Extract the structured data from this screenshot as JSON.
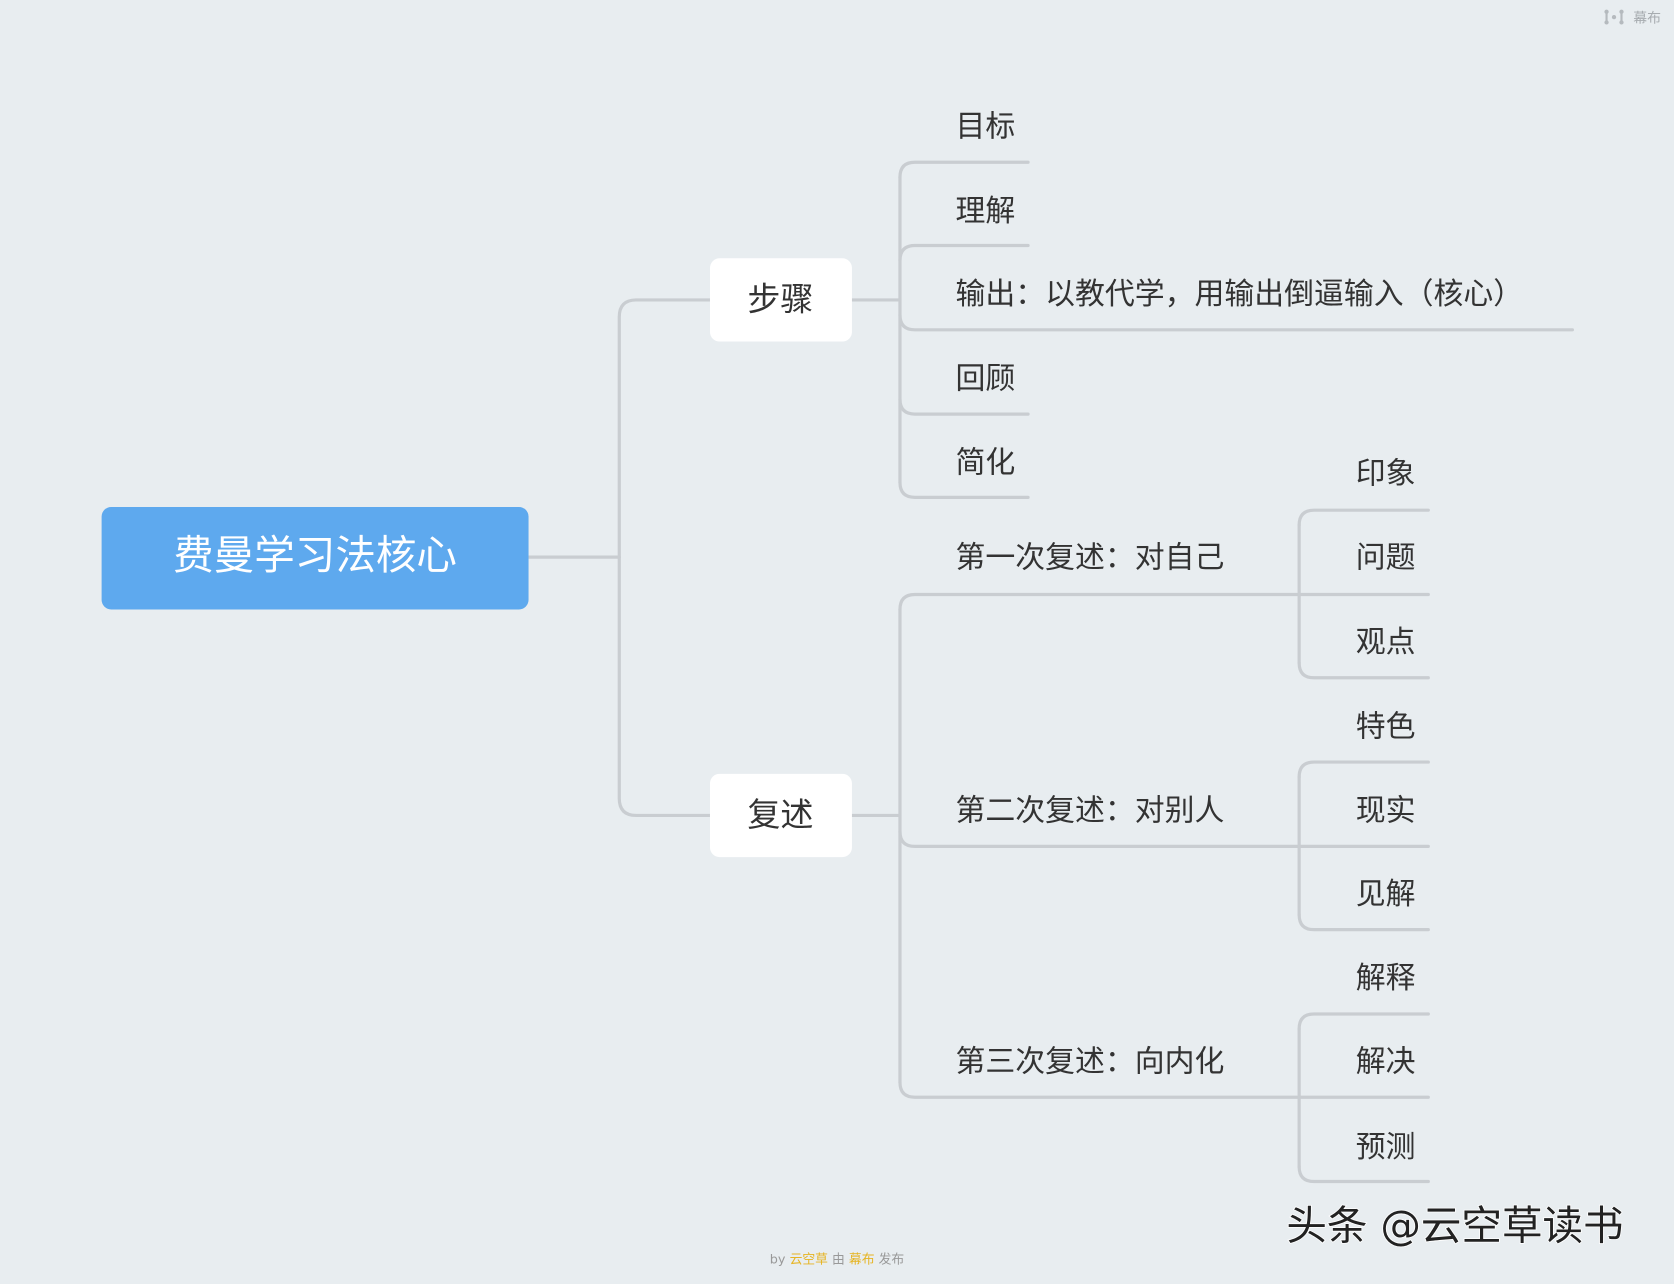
{
  "logo": {
    "label": "幕布"
  },
  "root": {
    "label": "费曼学习法核心",
    "color": "#5ea9ee"
  },
  "branches": [
    {
      "label": "步骤",
      "children": [
        {
          "label": "目标"
        },
        {
          "label": "理解"
        },
        {
          "label": "输出：以教代学，用输出倒逼输入（核心）"
        },
        {
          "label": "回顾"
        },
        {
          "label": "简化"
        }
      ]
    },
    {
      "label": "复述",
      "children": [
        {
          "label": "第一次复述：对自己",
          "children": [
            {
              "label": "印象"
            },
            {
              "label": "问题"
            },
            {
              "label": "观点"
            }
          ]
        },
        {
          "label": "第二次复述：对别人",
          "children": [
            {
              "label": "特色"
            },
            {
              "label": "现实"
            },
            {
              "label": "见解"
            }
          ]
        },
        {
          "label": "第三次复述：向内化",
          "children": [
            {
              "label": "解释"
            },
            {
              "label": "解决"
            },
            {
              "label": "预测"
            }
          ]
        }
      ]
    }
  ],
  "footer": {
    "by": "by",
    "author": "云空草",
    "via": "由",
    "brand": "幕布",
    "publish": "发布",
    "accent": "#e6b422"
  },
  "watermark": "头条 @云空草读书"
}
